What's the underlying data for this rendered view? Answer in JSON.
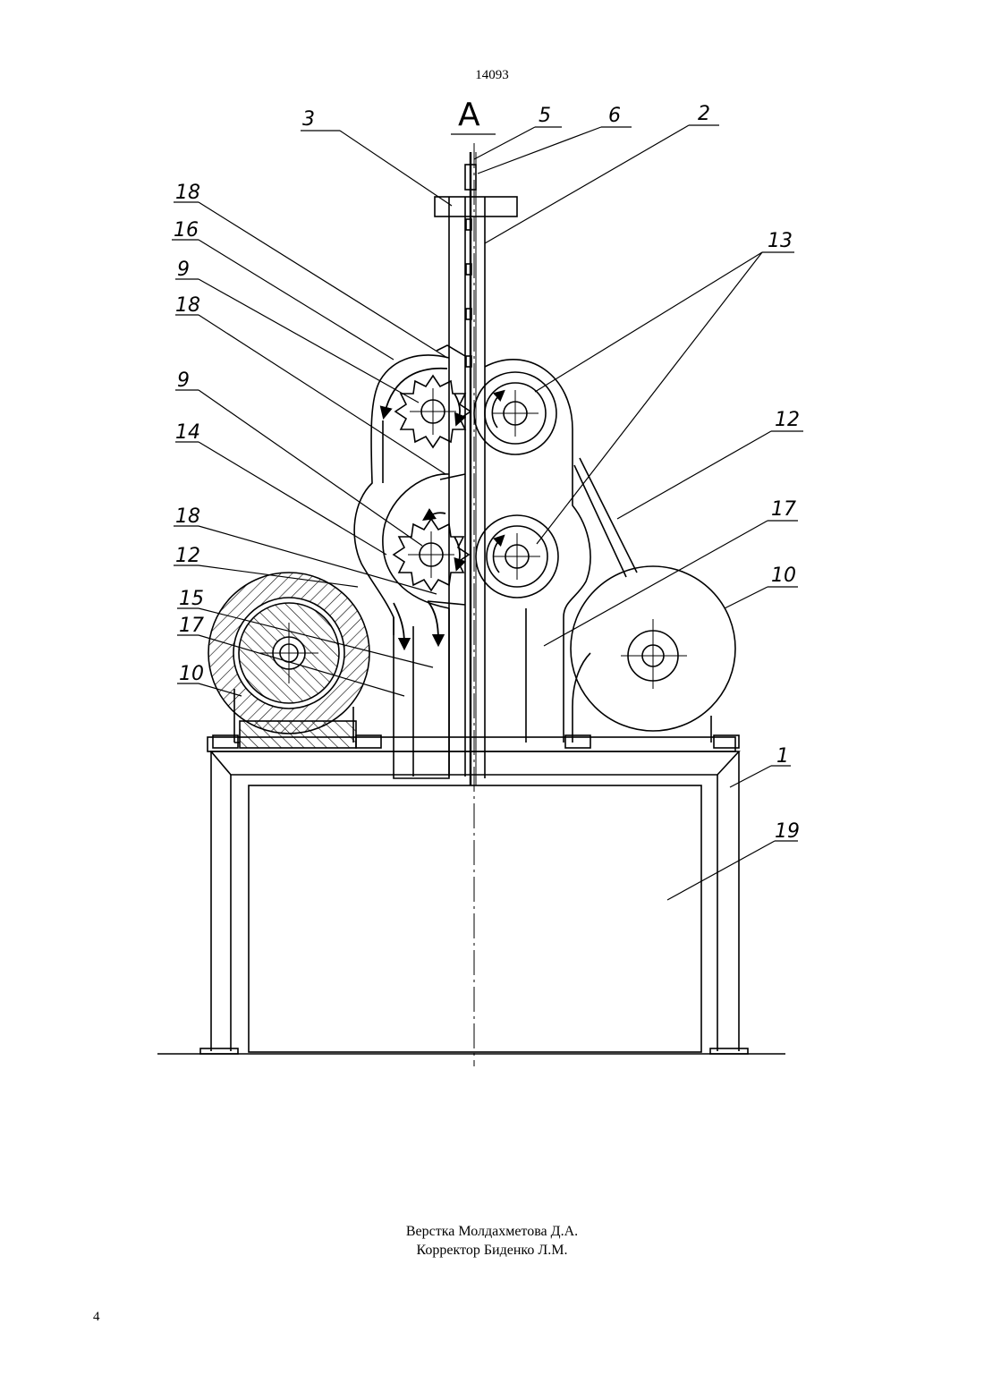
{
  "header": {
    "page_number": "14093"
  },
  "diagram": {
    "view_label": "А",
    "labels": [
      {
        "id": "l3",
        "text": "3"
      },
      {
        "id": "l5",
        "text": "5"
      },
      {
        "id": "l6",
        "text": "6"
      },
      {
        "id": "l2",
        "text": "2"
      },
      {
        "id": "l18a",
        "text": "18"
      },
      {
        "id": "l16",
        "text": "16"
      },
      {
        "id": "l9a",
        "text": "9"
      },
      {
        "id": "l18b",
        "text": "18"
      },
      {
        "id": "l13",
        "text": "13"
      },
      {
        "id": "l9b",
        "text": "9"
      },
      {
        "id": "l14",
        "text": "14"
      },
      {
        "id": "l12a",
        "text": "12"
      },
      {
        "id": "l17a",
        "text": "17"
      },
      {
        "id": "l18c",
        "text": "18"
      },
      {
        "id": "l12b",
        "text": "12"
      },
      {
        "id": "l10a",
        "text": "10"
      },
      {
        "id": "l15",
        "text": "15"
      },
      {
        "id": "l17b",
        "text": "17"
      },
      {
        "id": "l10b",
        "text": "10"
      },
      {
        "id": "l1",
        "text": "1"
      },
      {
        "id": "l19",
        "text": "19"
      }
    ]
  },
  "footer": {
    "credit_layout": "Верстка Молдахметова Д.А.",
    "credit_corrector": "Корректор Биденко Л.М.",
    "page_number": "4"
  }
}
